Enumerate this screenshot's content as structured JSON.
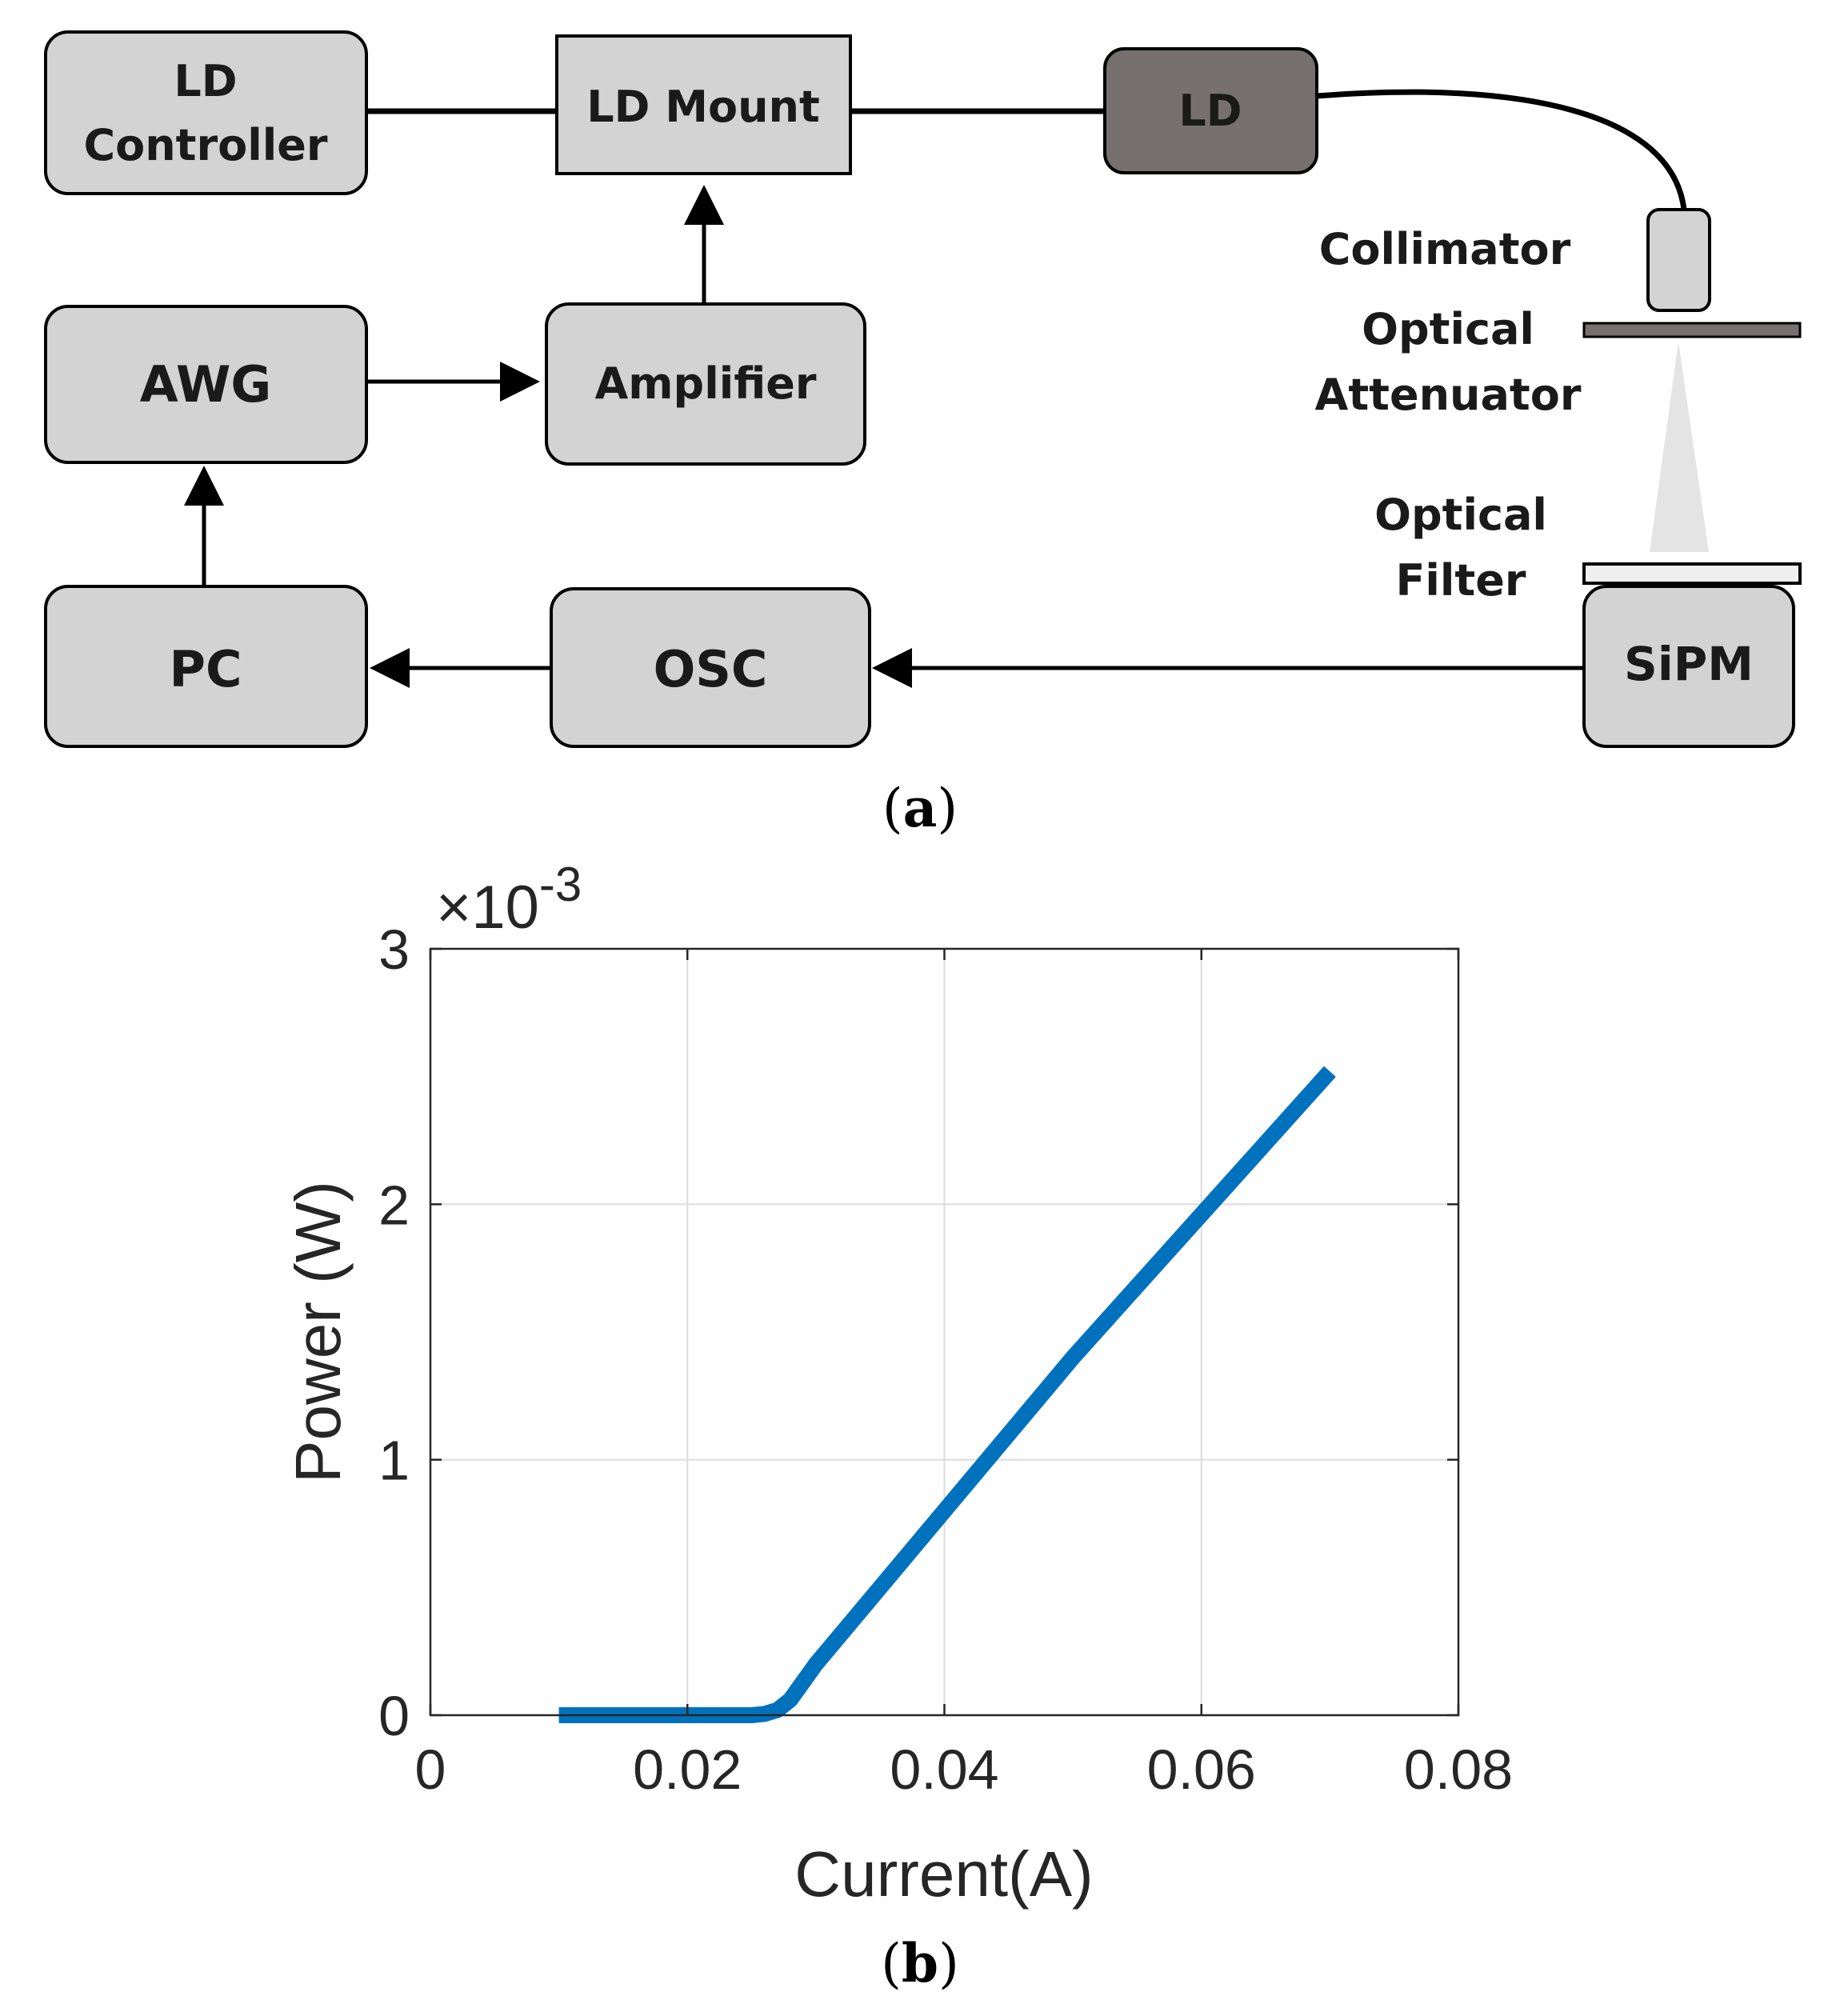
{
  "panel_a": {
    "boxes": {
      "ld_controller": [
        "LD",
        "Controller"
      ],
      "ld_mount": "LD Mount",
      "ld": "LD",
      "awg": "AWG",
      "amplifier": "Amplifier",
      "pc": "PC",
      "osc": "OSC",
      "sipm": "SiPM"
    },
    "labels": {
      "collimator": "Collimator",
      "optical_attenuator": [
        "Optical",
        "Attenuator"
      ],
      "optical_filter": [
        "Optical",
        "Filter"
      ]
    },
    "caption": {
      "open": "(",
      "letter": "a",
      "close": ")"
    }
  },
  "panel_b": {
    "caption": {
      "open": "(",
      "letter": "b",
      "close": ")"
    }
  },
  "chart_data": {
    "type": "line",
    "xlabel": "Current(A)",
    "ylabel": "Power (W)",
    "y_exponent_label": "×10",
    "y_exponent_power": "-3",
    "xlim": [
      0,
      0.08
    ],
    "ylim": [
      0,
      0.003
    ],
    "x_ticks": [
      0,
      0.02,
      0.04,
      0.06,
      0.08
    ],
    "x_tick_labels": [
      "0",
      "0.02",
      "0.04",
      "0.06",
      "0.08"
    ],
    "y_ticks": [
      0,
      0.001,
      0.002,
      0.003
    ],
    "y_tick_labels": [
      "0",
      "1",
      "2",
      "3"
    ],
    "grid": true,
    "series": [
      {
        "color": "#0072bd",
        "x": [
          0.01,
          0.015,
          0.02,
          0.025,
          0.026,
          0.027,
          0.028,
          0.029,
          0.03,
          0.035,
          0.04,
          0.045,
          0.05,
          0.055,
          0.06,
          0.065,
          0.07
        ],
        "y": [
          0,
          0,
          0,
          0,
          5e-06,
          2e-05,
          6e-05,
          0.00013,
          0.0002,
          0.0005,
          0.0008,
          0.0011,
          0.0014,
          0.00168,
          0.00196,
          0.00224,
          0.00252
        ]
      }
    ]
  }
}
